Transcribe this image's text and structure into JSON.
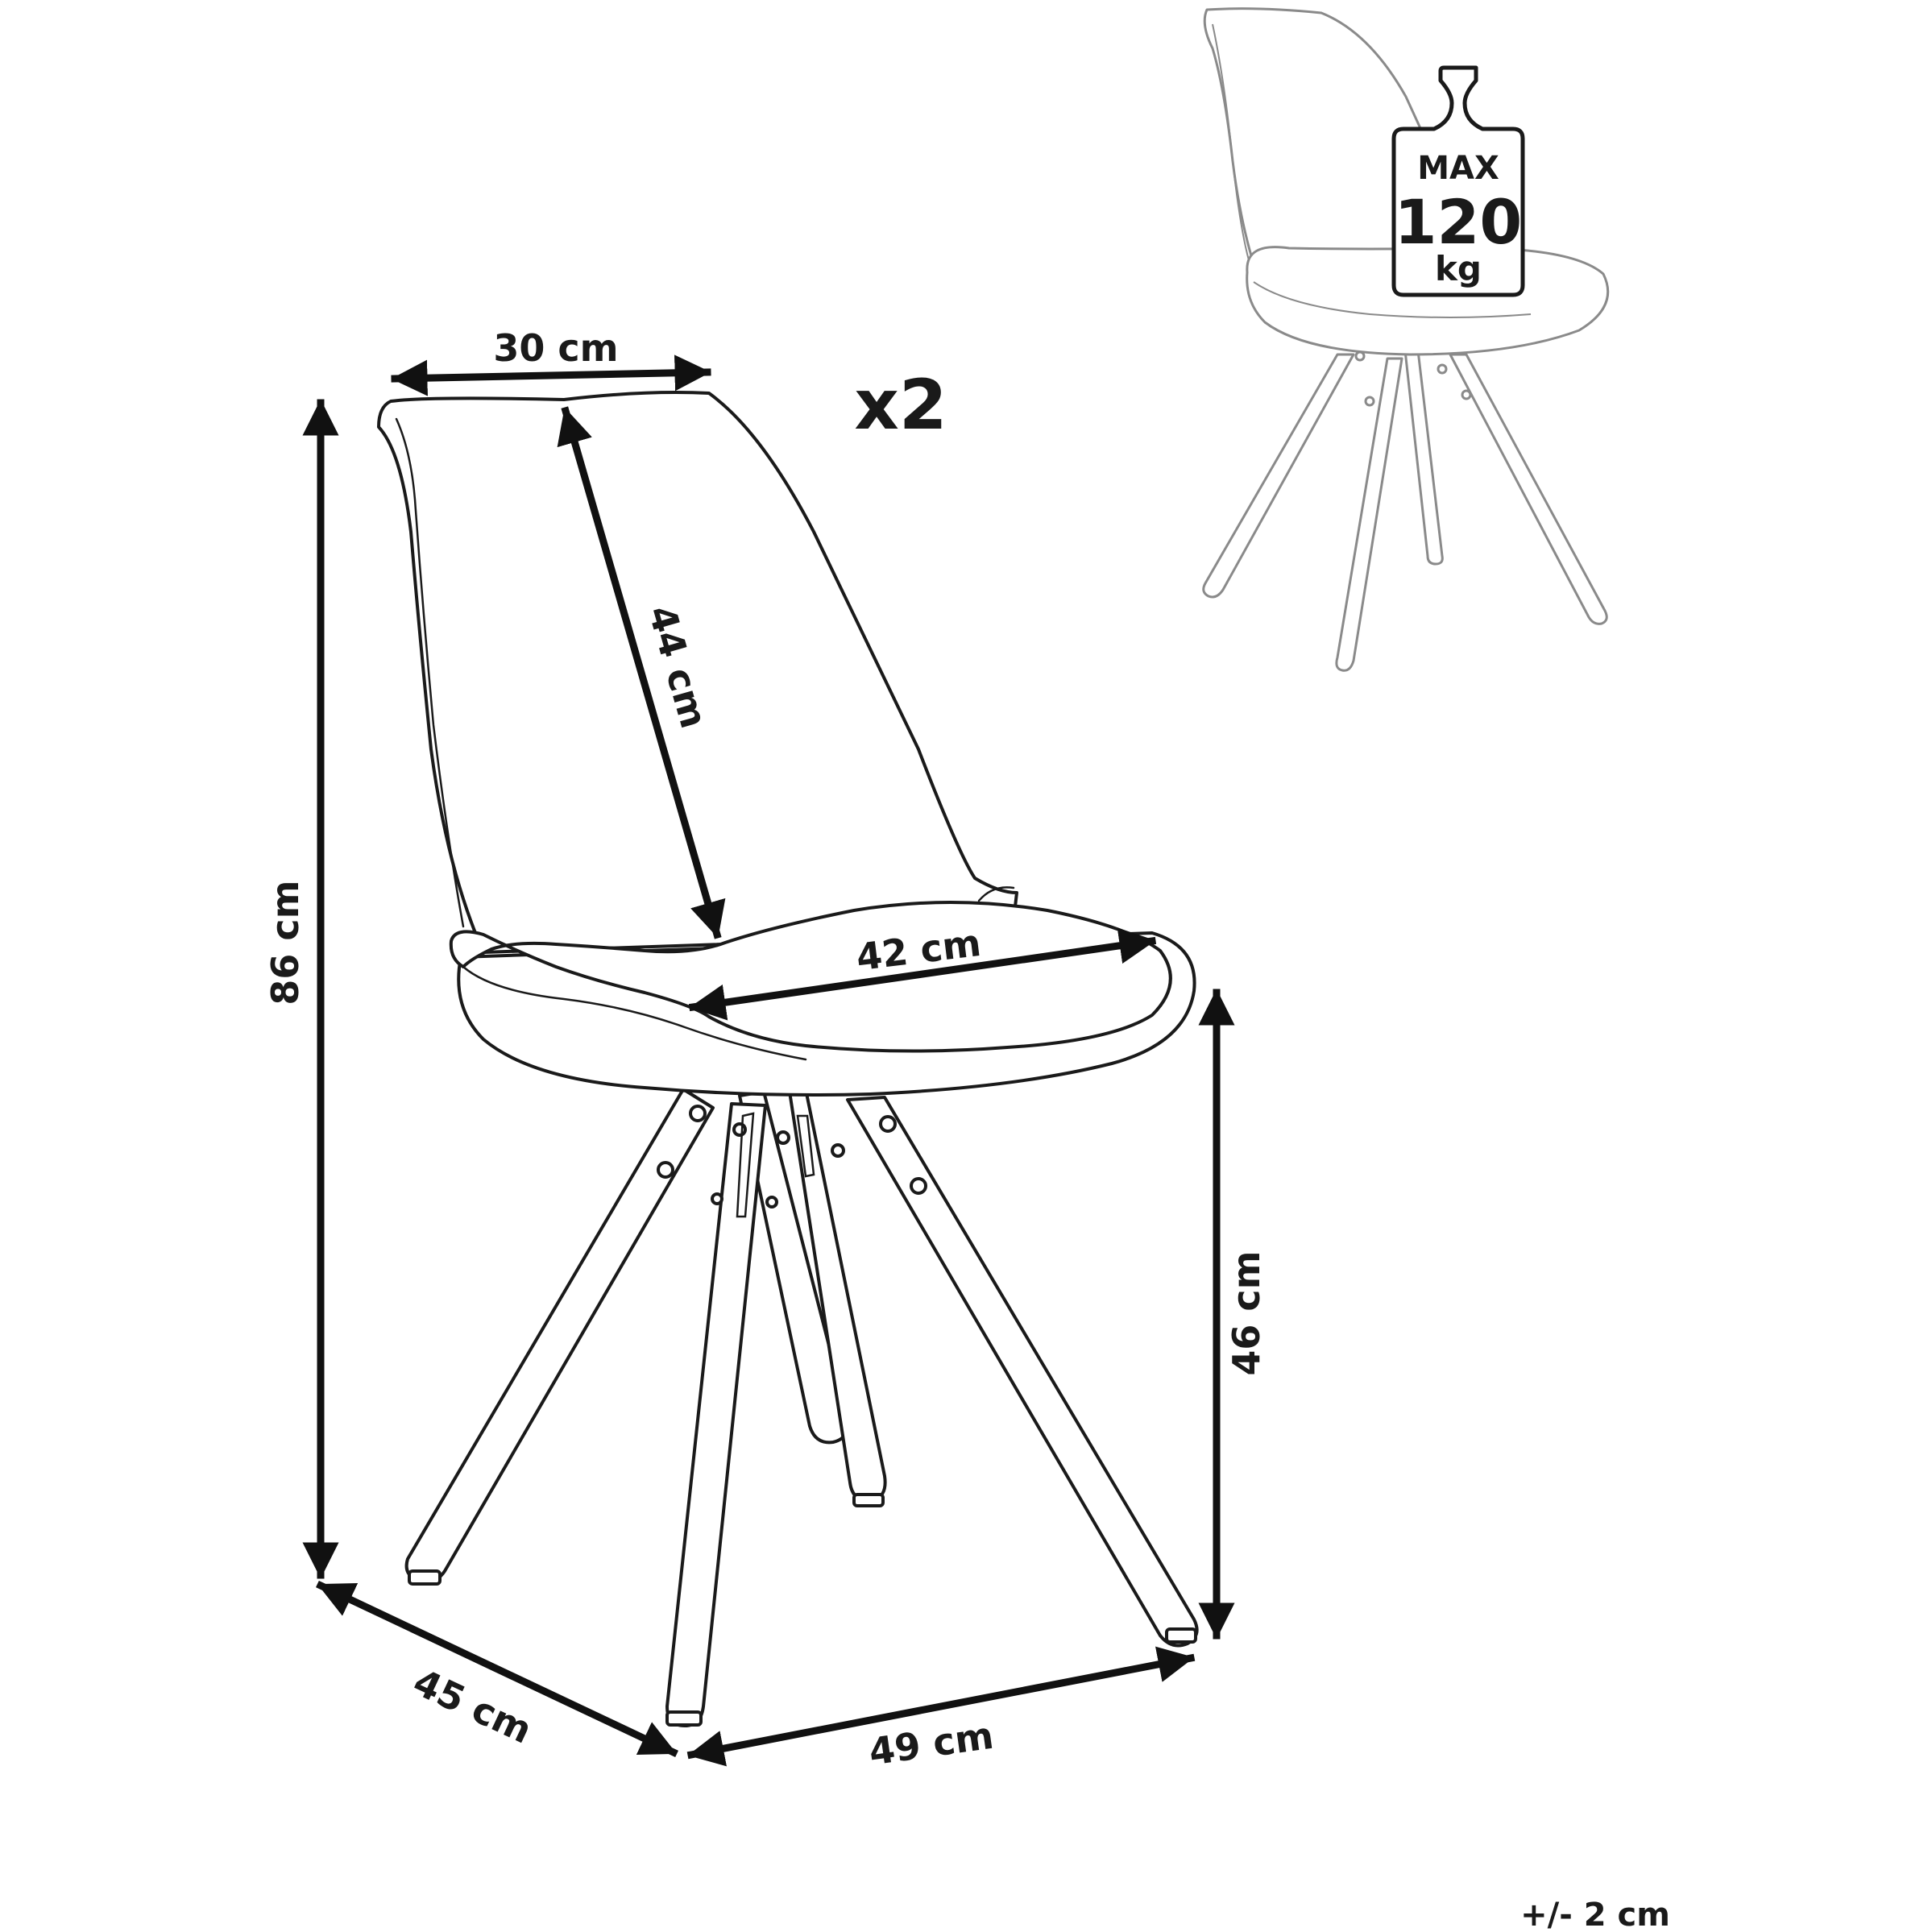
{
  "quantity": "x2",
  "dimensions": {
    "back_width": "30 cm",
    "back_height": "44 cm",
    "seat_width": "42 cm",
    "total_height": "86 cm",
    "seat_height": "46 cm",
    "depth": "45 cm",
    "width": "49 cm"
  },
  "load_badge": {
    "line1": "MAX",
    "line2": "120",
    "line3": "kg"
  },
  "tolerance": "+/- 2 cm",
  "colors": {
    "line": "#1a1a1a",
    "secondary_line": "#8a8a8a",
    "background": "#ffffff"
  }
}
